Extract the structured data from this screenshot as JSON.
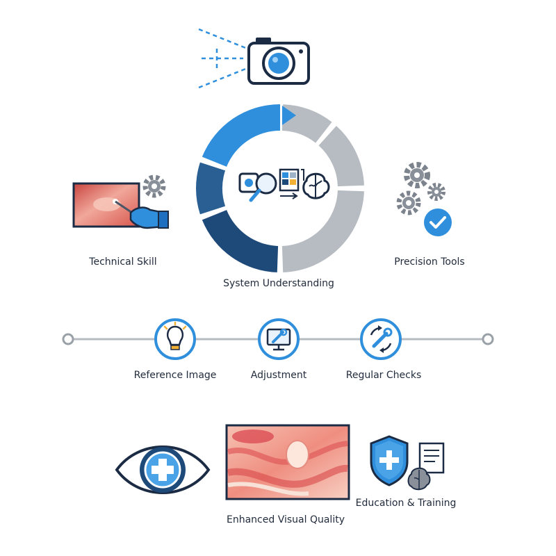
{
  "labels": {
    "technical_skill": "Technical Skill",
    "precision_tools": "Precision Tools",
    "system_understanding": "System Understanding",
    "reference_image": "Reference Image",
    "adjustment": "Adjustment",
    "regular_checks": "Regular Checks",
    "enhanced_visual_quality": "Enhanced Visual Quality",
    "education_training": "Education & Training"
  },
  "colors": {
    "bright_blue": "#2f8fdc",
    "navy": "#1e4a7a",
    "mid_navy": "#2a5f94",
    "gray": "#b7bcc2",
    "outline": "#1c2b44"
  },
  "icons": {
    "camera": "camera-icon",
    "ring_center": "camera-magnifier-brain-icon",
    "technical": "gloved-hand-probe-icon",
    "precision": "gears-check-icon",
    "reference": "lightbulb-icon",
    "adjustment": "monitor-wrench-icon",
    "checks": "wrench-cycle-icon",
    "eye": "eye-plus-icon",
    "education": "shield-brain-certificate-icon"
  }
}
